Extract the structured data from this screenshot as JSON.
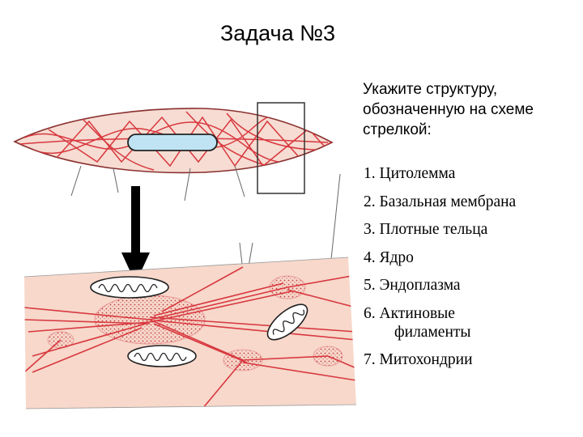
{
  "title": "Задача №3",
  "question": "Укажите структуру, обозначенную на схеме стрелкой:",
  "options": [
    {
      "line1": "1. Цитолемма",
      "line2": ""
    },
    {
      "line1": "2. Базальная мембрана",
      "line2": ""
    },
    {
      "line1": "3. Плотные тельца",
      "line2": ""
    },
    {
      "line1": "4. Ядро",
      "line2": ""
    },
    {
      "line1": "5. Эндоплазма",
      "line2": ""
    },
    {
      "line1": "6. Актиновые",
      "line2": "филаменты"
    },
    {
      "line1": "7. Митохондрии",
      "line2": ""
    }
  ],
  "colors": {
    "cell_fill": "#f7d8cb",
    "filament": "#d8383f",
    "nucleus_fill": "#bfe3f3",
    "dense_body": "#f0a0a0",
    "arrow": "#000000"
  },
  "icons": [
    "arrow-down-icon"
  ]
}
